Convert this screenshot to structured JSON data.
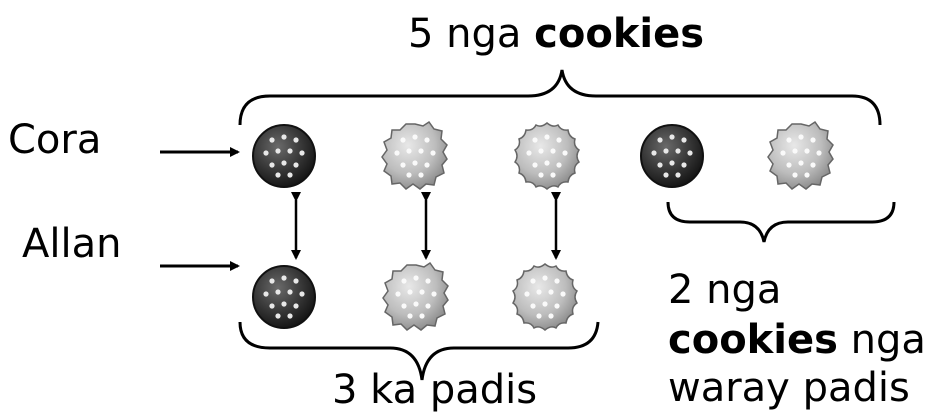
{
  "labels": {
    "top_count": "5 nga",
    "top_item": "cookies",
    "cora": "Cora",
    "allan": "Allan",
    "pairs": "3 ka padis",
    "extra_line1": "2 nga",
    "extra_item": "cookies",
    "extra_line2_rest": "nga",
    "extra_line3": "waray padis"
  },
  "rows": {
    "cora": [
      "dark",
      "light",
      "light-wavy",
      "dark",
      "light"
    ],
    "allan": [
      "dark",
      "light",
      "light-wavy"
    ]
  },
  "colors": {
    "dark_cookie": "#2e2e2e",
    "light_cookie": "#b8b8b8"
  }
}
